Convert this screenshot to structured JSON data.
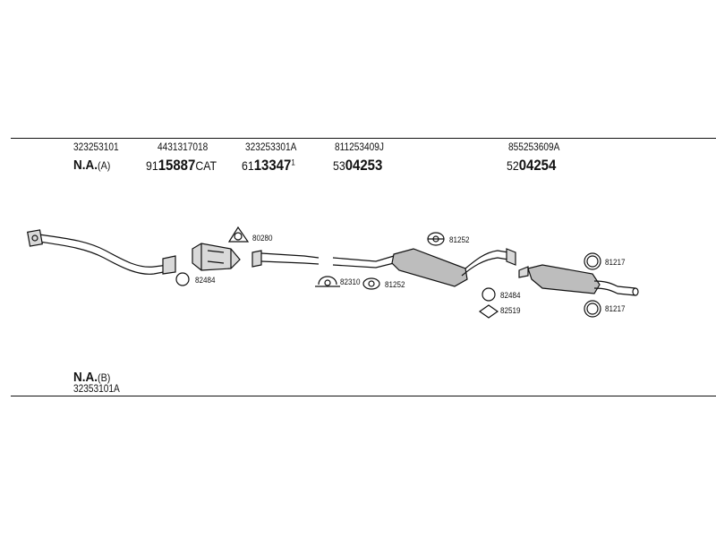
{
  "top_row": {
    "oe_numbers": [
      "323253101",
      "4431317018",
      "323253301A",
      "811253409J",
      "855253609A"
    ],
    "col1": {
      "label": "N.A.",
      "suffix": "(A)"
    },
    "col2": {
      "prefix": "91",
      "number": "15887",
      "suffix": "CAT"
    },
    "col3": {
      "prefix": "61",
      "number": "13347",
      "sup": "1"
    },
    "col4": {
      "prefix": "53",
      "number": "04253"
    },
    "col5": {
      "prefix": "52",
      "number": "04254"
    }
  },
  "parts_labels": {
    "p80280": "80280",
    "p82484a": "82484",
    "p82310": "82310",
    "p81252a": "81252",
    "p81252b": "81252",
    "p82484b": "82484",
    "p82519": "82519",
    "p81217a": "81217",
    "p81217b": "81217"
  },
  "bottom_row": {
    "label": "N.A.",
    "suffix": "(B)",
    "oe_number": "32353101A"
  }
}
